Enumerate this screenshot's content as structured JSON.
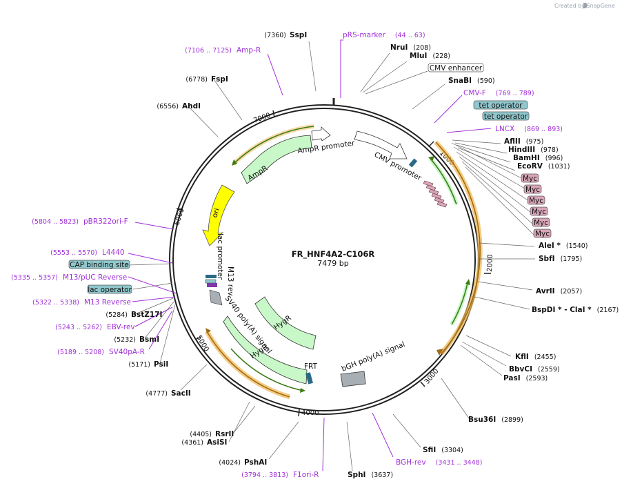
{
  "credit": "Created by SnapGene",
  "plasmid": {
    "name": "FR_HNF4A2-C106R",
    "size": "7479 bp"
  },
  "ticks": [
    "1000",
    "2000",
    "3000",
    "4000",
    "5000",
    "6000",
    "7000"
  ],
  "sites": [
    {
      "name": "SspI",
      "pos": "(7360)"
    },
    {
      "name": "NruI",
      "pos": "(208)"
    },
    {
      "name": "MluI",
      "pos": "(228)"
    },
    {
      "name": "SnaBI",
      "pos": "(590)"
    },
    {
      "name": "AflII",
      "pos": "(975)"
    },
    {
      "name": "HindIII",
      "pos": "(978)"
    },
    {
      "name": "BamHI",
      "pos": "(996)"
    },
    {
      "name": "EcoRV",
      "pos": "(1031)"
    },
    {
      "name": "AleI *",
      "pos": "(1540)"
    },
    {
      "name": "SbfI",
      "pos": "(1795)"
    },
    {
      "name": "AvrII",
      "pos": "(2057)"
    },
    {
      "name": "BspDI * - ClaI *",
      "pos": "(2167)"
    },
    {
      "name": "KflI",
      "pos": "(2455)"
    },
    {
      "name": "BbvCI",
      "pos": "(2559)"
    },
    {
      "name": "PasI",
      "pos": "(2593)"
    },
    {
      "name": "Bsu36I",
      "pos": "(2899)"
    },
    {
      "name": "SfiI",
      "pos": "(3304)"
    },
    {
      "name": "SphI",
      "pos": "(3637)"
    },
    {
      "name": "PshAI",
      "pos": "(4024)"
    },
    {
      "name": "RsrII",
      "pos": "(4405)"
    },
    {
      "name": "AsiSI",
      "pos": "(4361)"
    },
    {
      "name": "SacII",
      "pos": "(4777)"
    },
    {
      "name": "PsiI",
      "pos": "(5171)"
    },
    {
      "name": "BsmI",
      "pos": "(5232)"
    },
    {
      "name": "BstZ17I",
      "pos": "(5284)"
    },
    {
      "name": "AhdI",
      "pos": "(6556)"
    },
    {
      "name": "FspI",
      "pos": "(6778)"
    }
  ],
  "primers": [
    {
      "name": "pRS-marker",
      "pos": "(44 .. 63)"
    },
    {
      "name": "Amp-R",
      "pos": "(7106 .. 7125)"
    },
    {
      "name": "CMV-F",
      "pos": "(769 .. 789)"
    },
    {
      "name": "LNCX",
      "pos": "(869 .. 893)"
    },
    {
      "name": "pBR322ori-F",
      "pos": "(5804 .. 5823)"
    },
    {
      "name": "L4440",
      "pos": "(5553 .. 5570)"
    },
    {
      "name": "M13/pUC Reverse",
      "pos": "(5335 .. 5357)"
    },
    {
      "name": "M13 Reverse",
      "pos": "(5322 .. 5338)"
    },
    {
      "name": "EBV-rev",
      "pos": "(5243 .. 5262)"
    },
    {
      "name": "SV40pA-R",
      "pos": "(5189 .. 5208)"
    },
    {
      "name": "BGH-rev",
      "pos": "(3431 .. 3448)"
    },
    {
      "name": "F1ori-R",
      "pos": "(3794 .. 3813)"
    }
  ],
  "boxes": [
    {
      "label": "CMV enhancer",
      "fill": "#ffffff"
    },
    {
      "label": "tet operator",
      "fill": "#8fc7cc"
    },
    {
      "label": "tet operator",
      "fill": "#8fc7cc"
    },
    {
      "label": "Myc",
      "fill": "#d9a5b8"
    },
    {
      "label": "Myc",
      "fill": "#d9a5b8"
    },
    {
      "label": "Myc",
      "fill": "#d9a5b8"
    },
    {
      "label": "Myc",
      "fill": "#d9a5b8"
    },
    {
      "label": "Myc",
      "fill": "#d9a5b8"
    },
    {
      "label": "Myc",
      "fill": "#d9a5b8"
    },
    {
      "label": "CAP binding site",
      "fill": "#8fc7cc"
    },
    {
      "label": "lac operator",
      "fill": "#8fc7cc"
    }
  ],
  "features": {
    "ampr_promoter": "AmpR promoter",
    "ampr": "AmpR",
    "cmv_promoter": "CMV promoter",
    "ori": "ori",
    "lac_promoter": "lac promoter",
    "m13_rev": "M13 rev",
    "sv40": "SV40 poly(A) signal",
    "hygr_inner": "HygR",
    "hygr_outer": "HygR",
    "frt": "FRT",
    "bgh": "bGH poly(A) signal"
  },
  "colors": {
    "backbone": "#222222",
    "primer": "#a12fd9",
    "marker": "#c8f7c8",
    "promoter": "#ffffff",
    "ori": "#ffff00",
    "polyA": "#a7aeb4",
    "orf": "#f0b650",
    "orf_fill": "#62a822"
  }
}
